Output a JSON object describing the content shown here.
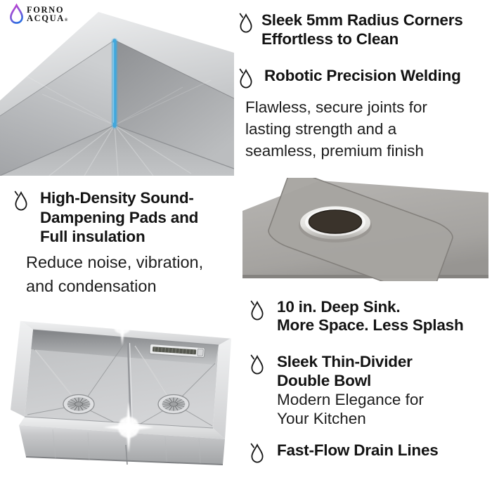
{
  "brand": {
    "line1": "FORNO",
    "line2": "ACQUA",
    "mark": "®"
  },
  "colors": {
    "accent_blue": "#41a7dc",
    "text": "#141414",
    "logo_gradient_top": "#c03fd0",
    "logo_gradient_bottom": "#2b6de0",
    "steel_light": "#d9dadc",
    "steel_mid": "#b0b2b4",
    "underside_gray": "#a8a6a2"
  },
  "features": {
    "radius": {
      "icon": "water-drop",
      "line1": "Sleek 5mm Radius Corners",
      "line2": "Effortless to Clean"
    },
    "welding": {
      "icon": "water-drop",
      "title": "Robotic Precision Welding",
      "desc1": "Flawless, secure joints for",
      "desc2": "lasting strength and a",
      "desc3": "seamless, premium finish"
    },
    "sound": {
      "icon": "water-drop",
      "line1": "High-Density Sound-",
      "line2": "Dampening Pads and",
      "line3": "Full insulation",
      "desc1": "Reduce noise, vibration,",
      "desc2": "and condensation"
    },
    "deep": {
      "icon": "water-drop",
      "line1": "10 in. Deep Sink.",
      "line2": "More Space. Less Splash"
    },
    "divider": {
      "icon": "water-drop",
      "line1": "Sleek Thin-Divider",
      "line2": "Double Bowl",
      "desc1": "Modern Elegance for",
      "desc2": "Your Kitchen"
    },
    "drain": {
      "icon": "water-drop",
      "title": "Fast-Flow Drain Lines"
    }
  }
}
